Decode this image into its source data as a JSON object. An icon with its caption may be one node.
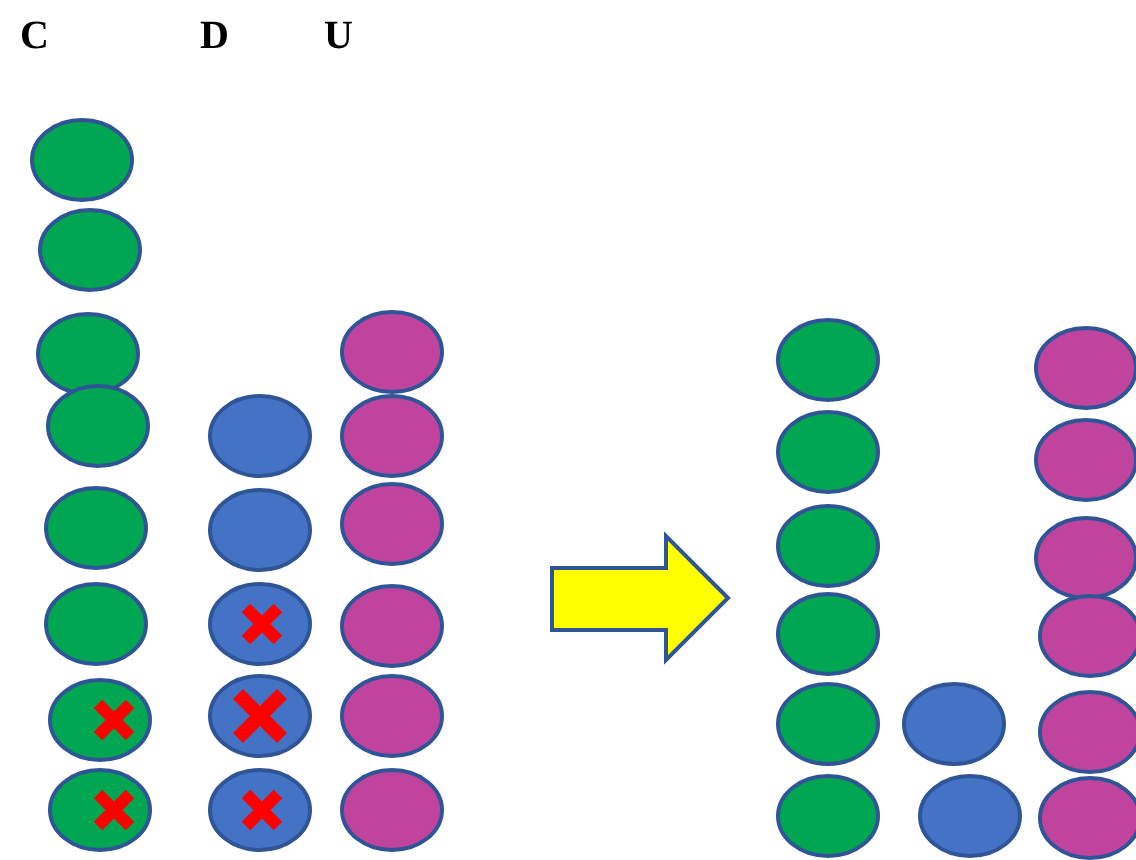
{
  "diagram": {
    "labels": [
      "C",
      "D",
      "U"
    ]
  }
}
